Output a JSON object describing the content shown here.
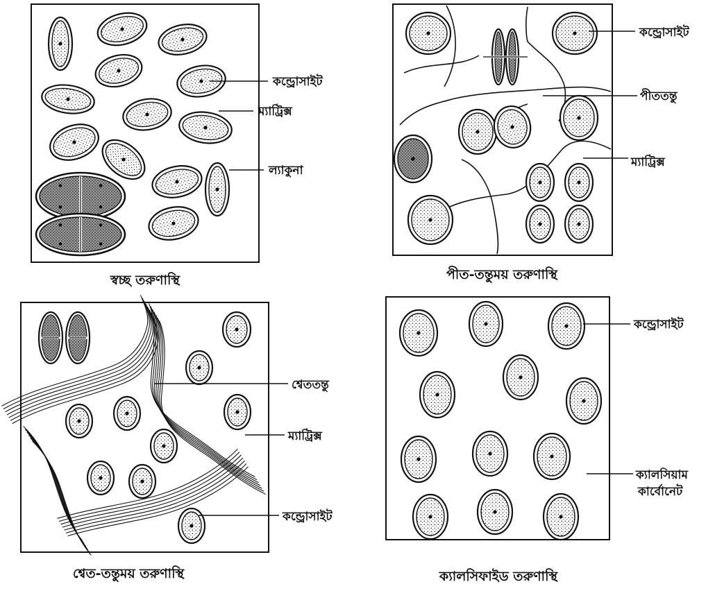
{
  "panels": {
    "hyaline": {
      "caption": "স্বচ্ছ তরুণাস্থি",
      "labels": {
        "chondrocyte": "কন্ড্রোসাইট",
        "matrix": "ম্যাট্রিক্স",
        "lacuna": "ল্যাকুনা"
      }
    },
    "yellow": {
      "caption": "পীত-তন্তুময় তরুণাস্থি",
      "labels": {
        "chondrocyte": "কন্ড্রোসাইট",
        "fiber": "পীততন্তু",
        "matrix": "ম্যাট্রিক্স"
      }
    },
    "white": {
      "caption": "শ্বেত-তন্তুময় তরুণাস্থি",
      "labels": {
        "fiber": "শ্বেততন্তু",
        "matrix": "ম্যাট্রিক্স",
        "chondrocyte": "কন্ড্রোসাইট"
      }
    },
    "calcified": {
      "caption": "ক্যালসিফাইড তরুণাস্থি",
      "labels": {
        "chondrocyte": "কন্ড্রোসাইট",
        "calcium_line1": "ক্যালসিয়াম",
        "calcium_line2": "কার্বোনেট"
      }
    }
  }
}
